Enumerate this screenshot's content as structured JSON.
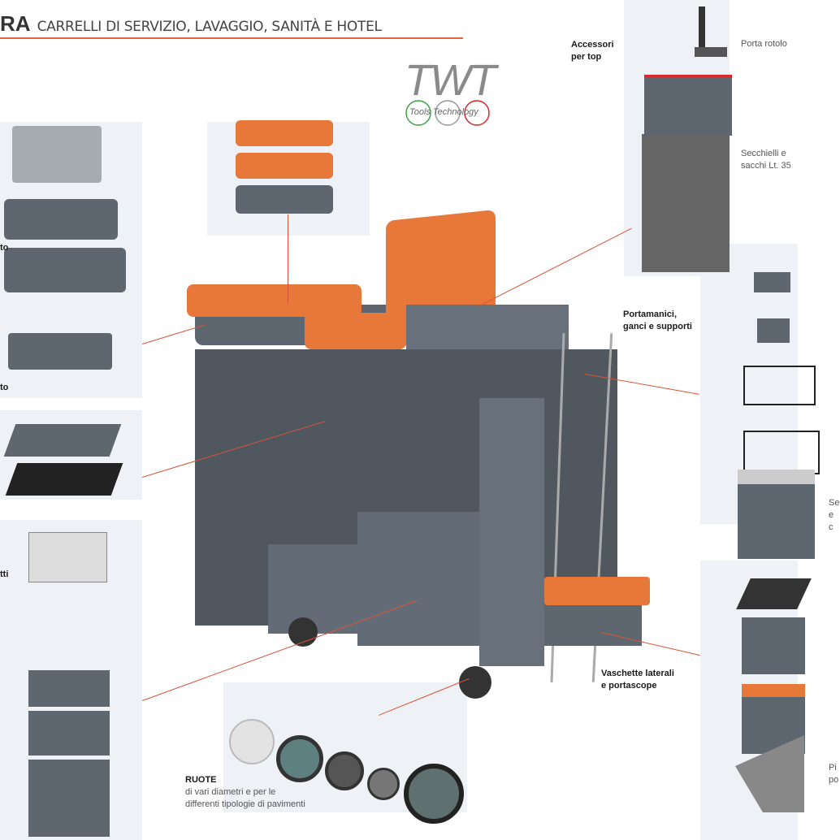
{
  "header": {
    "brand_fragment": "RA",
    "subtitle": "CARRELLI DI SERVIZIO, LAVAGGIO, SANITÀ E HOTEL"
  },
  "logo": {
    "text": "TWT",
    "tagline": "Tools Technology"
  },
  "labels": {
    "accessori_top": [
      "Accessori",
      "per top"
    ],
    "porta_rotolo": "Porta rotolo",
    "secchielli": [
      "Secchielli e",
      "sacchi Lt. 35"
    ],
    "portamanici": [
      "Portamanici,",
      "ganci e supporti"
    ],
    "right_cut_1": [
      "Se",
      "e c"
    ],
    "vaschette": [
      "Vaschette laterali",
      "e portascope"
    ],
    "right_cut_2": [
      "Pi",
      "po"
    ],
    "ruote_title": "RUOTE",
    "ruote_desc": [
      "di vari diametri e per le",
      "differenti tipologie di pavimenti"
    ],
    "left_cut_1": "to",
    "left_cut_2": "to",
    "left_cut_3": "tti"
  },
  "colors": {
    "accent": "#e8603c",
    "product_gray": "#5e6670",
    "lid_orange": "#e8783a"
  }
}
